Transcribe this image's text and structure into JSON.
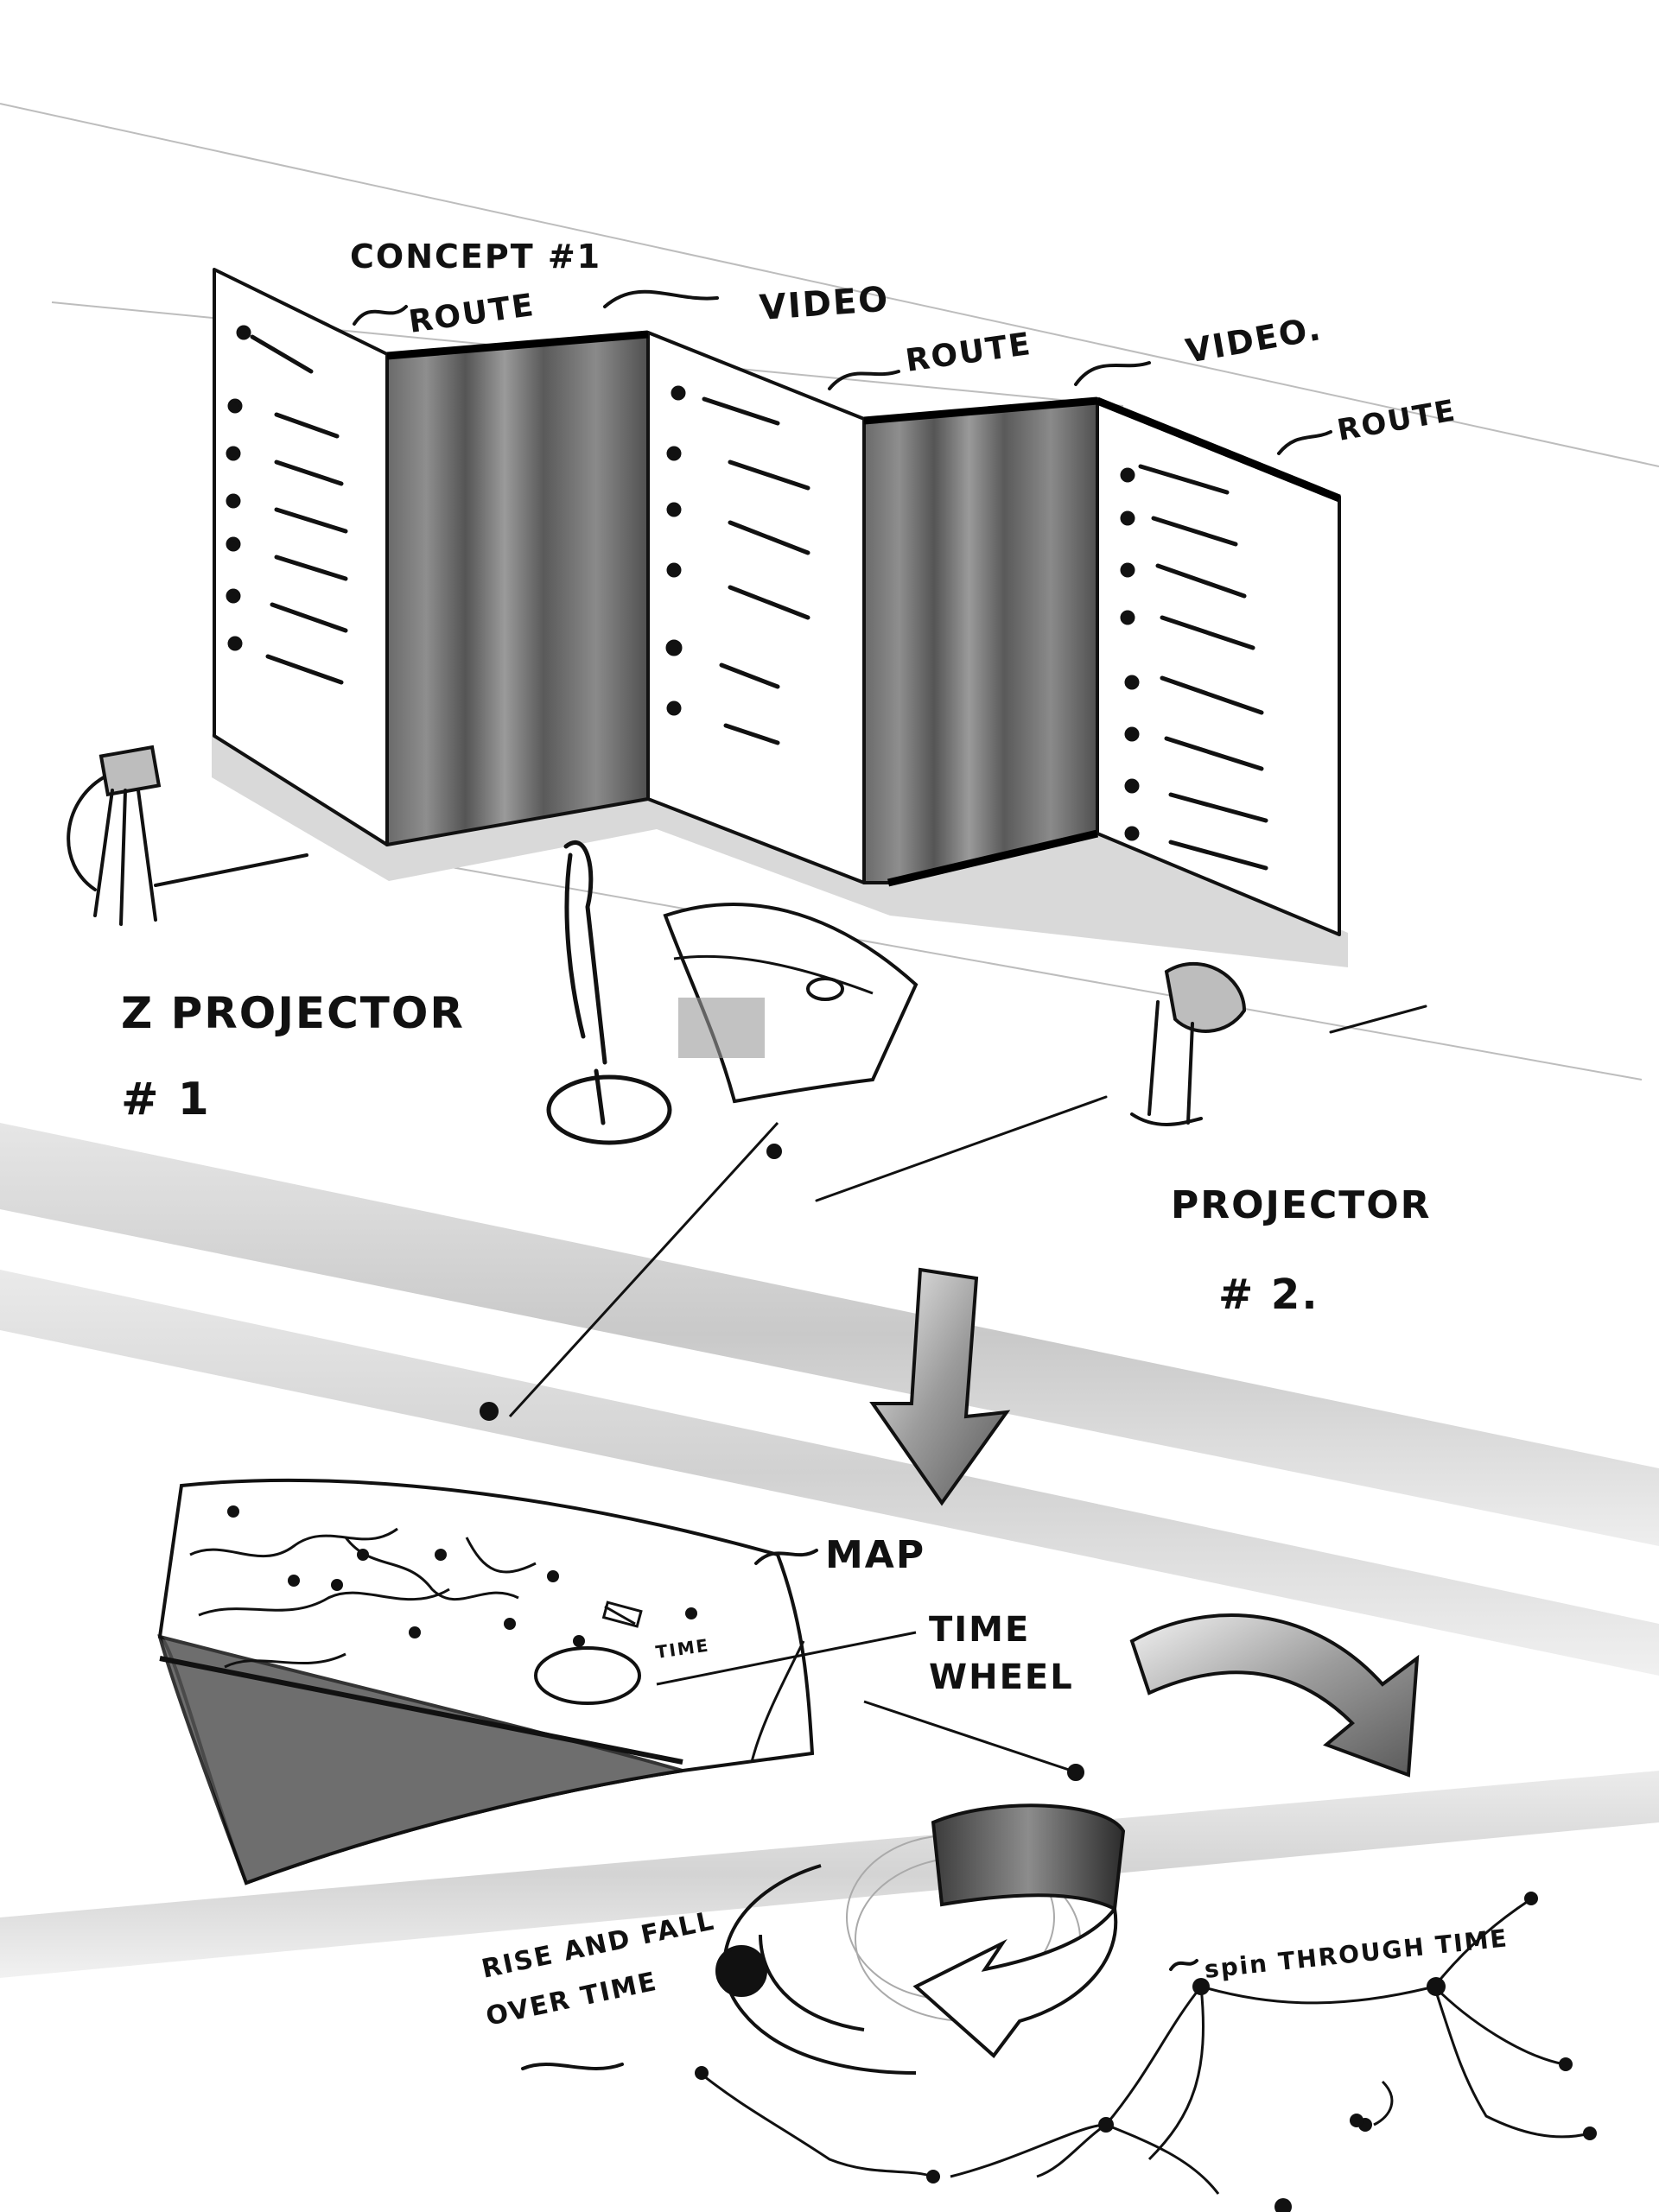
{
  "labels": {
    "concept": "CONCEPT #1",
    "route_1": "ROUTE",
    "video_1": "VIDEO",
    "route_2": "ROUTE",
    "video_2": "VIDEO.",
    "route_3": "ROUTE",
    "projector_1_line1": "Z PROJECTOR",
    "projector_1_line2": "# 1",
    "projector_2_line1": "PROJECTOR",
    "projector_2_line2": "# 2.",
    "map": "MAP",
    "time_small": "TIME",
    "time_wheel_line1": "TIME",
    "time_wheel_line2": "WHEEL",
    "spin": "spin THROUGH TIME",
    "rise_line1": "RISE AND FALL",
    "rise_line2": "OVER TIME"
  },
  "colors": {
    "ink": "#111111",
    "screen_dark": "#5e5e5e",
    "screen_mid": "#8a8a8a",
    "shadow": "#cfcfcf",
    "band": "#d9d9d9"
  }
}
